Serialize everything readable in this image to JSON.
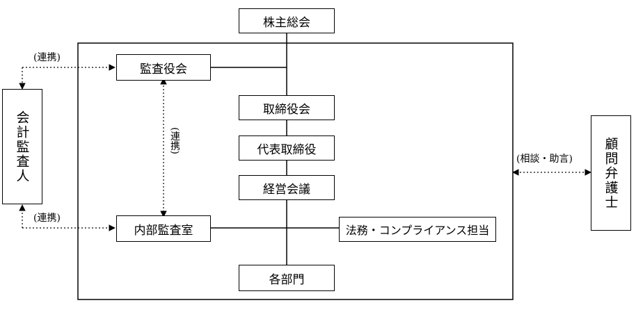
{
  "nodes": {
    "shareholders_meeting": "株主総会",
    "audit_board": "監査役会",
    "board_of_directors": "取締役会",
    "representative_director": "代表取締役",
    "management_meeting": "経営会議",
    "internal_audit_office": "内部監査室",
    "legal_compliance": "法務・コンプライアンス担当",
    "departments": "各部門",
    "accounting_auditor": "会計監査人",
    "legal_advisor": "顧問弁護士"
  },
  "relations": {
    "coop_top": "(連携)",
    "coop_middle": "(連携)",
    "coop_bottom": "(連携)",
    "consultation": "(相談・助言)"
  }
}
